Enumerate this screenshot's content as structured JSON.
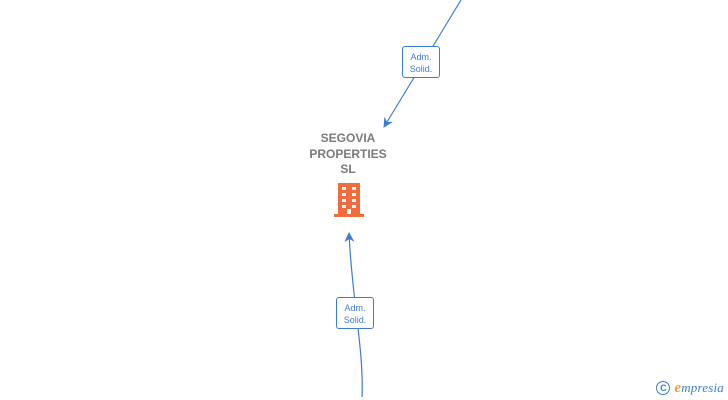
{
  "company": {
    "name_lines": [
      "SEGOVIA",
      "PROPERTIES",
      "SL"
    ],
    "icon": "building-icon",
    "icon_color": "#f26a3d",
    "text_color": "#7a7a7a"
  },
  "relations": [
    {
      "id": "top",
      "label_lines": [
        "Adm.",
        "Solid."
      ],
      "direction": "incoming-from-top"
    },
    {
      "id": "bottom",
      "label_lines": [
        "Adm.",
        "Solid."
      ],
      "direction": "incoming-from-bottom"
    }
  ],
  "line_color": "#3d7dd0",
  "watermark": {
    "copyright_symbol": "C",
    "brand_first_letter": "e",
    "brand_rest": "mpresia",
    "brand_accent_color": "#f2a23a"
  }
}
